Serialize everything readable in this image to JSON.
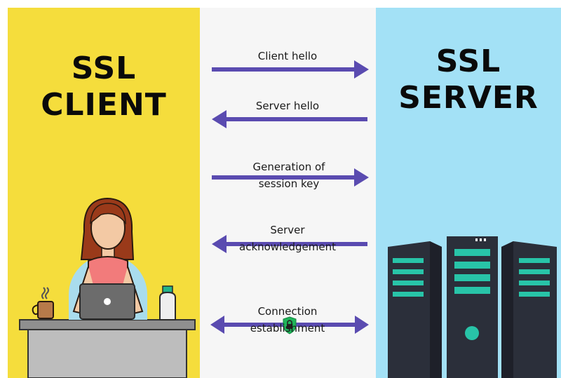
{
  "client": {
    "title_line1": "SSL",
    "title_line2": "CLIENT"
  },
  "server": {
    "title_line1": "SSL",
    "title_line2": "SERVER"
  },
  "messages": [
    {
      "label": "Client hello",
      "direction": "to-server"
    },
    {
      "label": "Server hello",
      "direction": "to-client"
    },
    {
      "label": "Generation of session key",
      "direction": "to-server"
    },
    {
      "label": "Server acknowledgement",
      "direction": "to-client"
    },
    {
      "label": "Connection establishment",
      "direction": "both"
    }
  ],
  "icons": [
    "person-at-laptop-icon",
    "coffee-cup-icon",
    "water-bottle-icon",
    "server-rack-icon",
    "lock-shield-icon"
  ],
  "colors": {
    "client_bg": "#f5dd3c",
    "center_bg": "#f6f6f6",
    "server_bg": "#a3e1f6",
    "arrow": "#5a4bb0",
    "server_dark": "#2b2f3a",
    "server_teal": "#28c4a8"
  }
}
